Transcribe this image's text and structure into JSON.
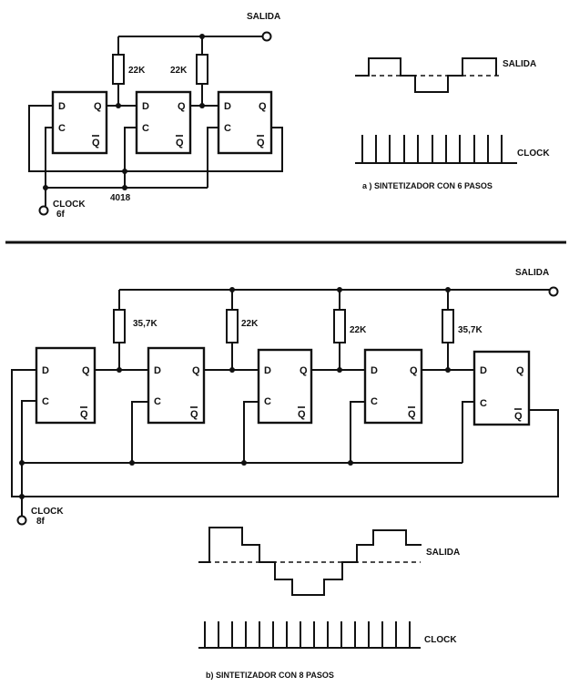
{
  "top": {
    "output_label": "SALIDA",
    "resistors": [
      "22K",
      "22K"
    ],
    "ic_label": "4018",
    "clock_label": "CLOCK",
    "clock_freq": "6f",
    "pins": {
      "d": "D",
      "q": "Q",
      "c": "C",
      "qbar": "Q"
    },
    "wave_output_label": "SALIDA",
    "wave_clock_label": "CLOCK",
    "caption": "a )  SINTETIZADOR CON 6 PASOS"
  },
  "bottom": {
    "output_label": "SALIDA",
    "resistors": [
      "35,7K",
      "22K",
      "22K",
      "35,7K"
    ],
    "clock_label": "CLOCK",
    "clock_freq": "8f",
    "pins": {
      "d": "D",
      "q": "Q",
      "c": "C",
      "qbar": "Q"
    },
    "wave_output_label": "SALIDA",
    "wave_clock_label": "CLOCK",
    "caption": "b)  SINTETIZADOR CON 8 PASOS"
  },
  "colors": {
    "ink": "#111111",
    "paper": "#ffffff"
  }
}
